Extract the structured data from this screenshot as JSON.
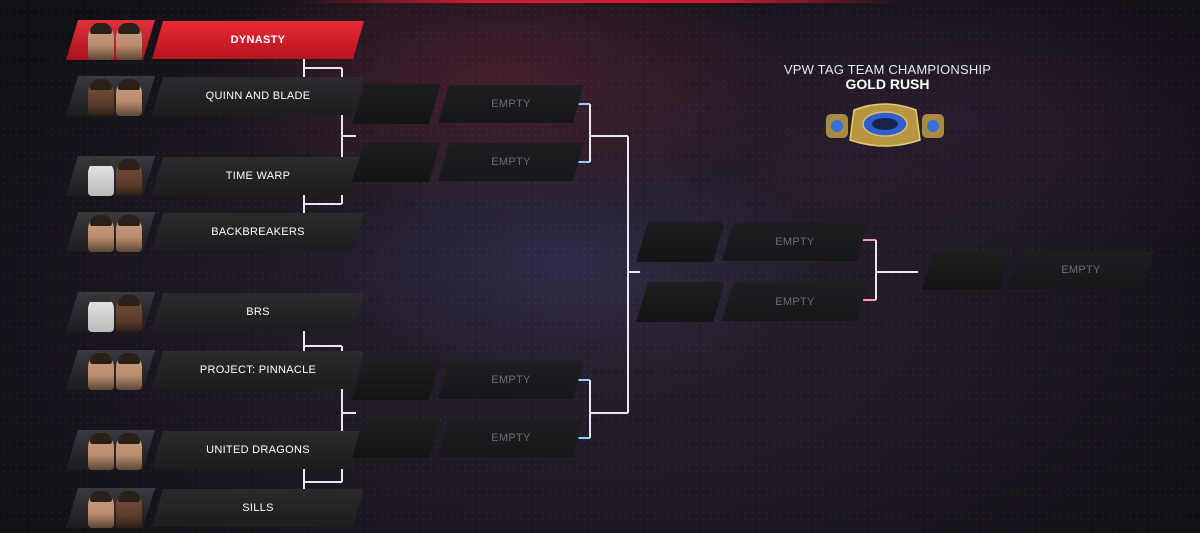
{
  "championship": {
    "subtitle": "VPW TAG TEAM CHAMPIONSHIP",
    "name": "GOLD RUSH",
    "belt_icon": "championship-belt-icon"
  },
  "round1": [
    {
      "team": "DYNASTY",
      "winner": true
    },
    {
      "team": "QUINN AND BLADE",
      "winner": false
    },
    {
      "team": "TIME WARP",
      "winner": false
    },
    {
      "team": "BACKBREAKERS",
      "winner": false
    },
    {
      "team": "BRS",
      "winner": false
    },
    {
      "team": "PROJECT: PINNACLE",
      "winner": false
    },
    {
      "team": "UNITED DRAGONS",
      "winner": false
    },
    {
      "team": "SILLS",
      "winner": false
    }
  ],
  "round2": [
    "EMPTY",
    "EMPTY",
    "EMPTY",
    "EMPTY"
  ],
  "round3": [
    "EMPTY",
    "EMPTY"
  ],
  "final": [
    "EMPTY"
  ],
  "colors": {
    "accent_red": "#d21a2e",
    "connector_blue": "#8fd0ff",
    "connector_pink": "#ff9ab0"
  }
}
